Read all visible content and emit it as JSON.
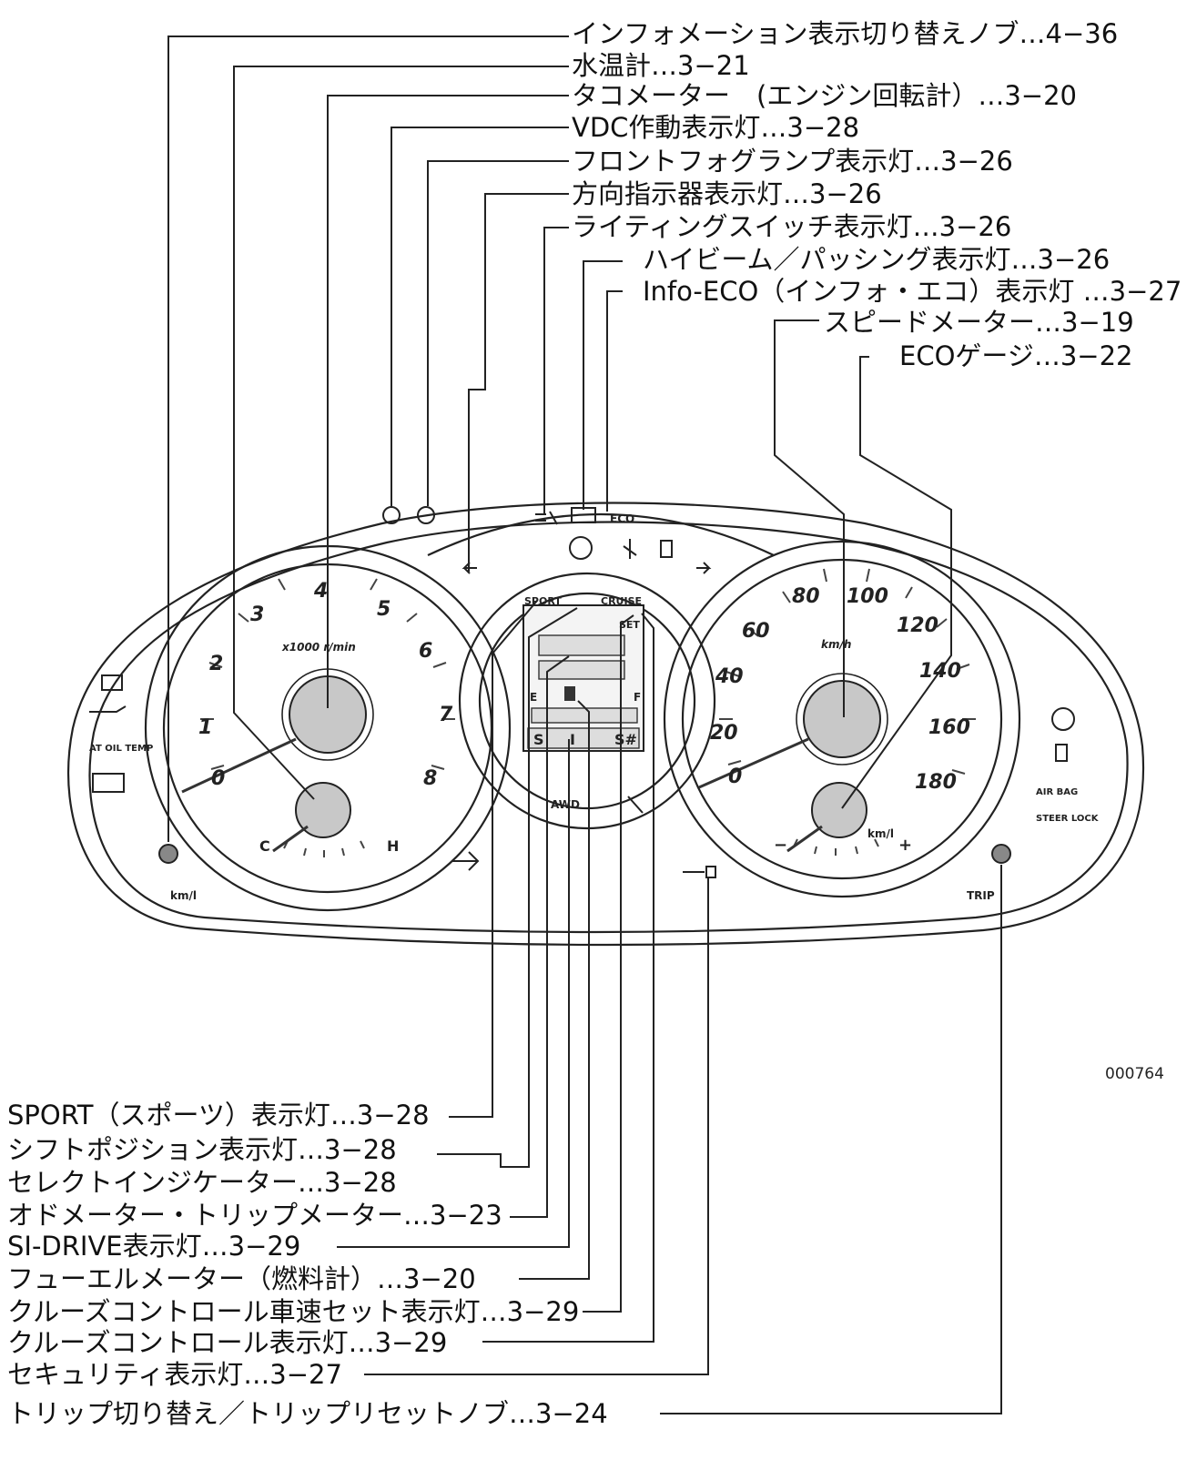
{
  "figure_code": "000764",
  "top_callouts": [
    {
      "text": "インフォメーション表示切り替えノブ…4−36"
    },
    {
      "text": "水温計…3−21"
    },
    {
      "text": "タコメーター　(エンジン回転計）…3−20"
    },
    {
      "text": "VDC作動表示灯…3−28"
    },
    {
      "text": "フロントフォグランプ表示灯…3−26"
    },
    {
      "text": "方向指示器表示灯…3−26"
    },
    {
      "text": "ライティングスイッチ表示灯…3−26"
    },
    {
      "text": "ハイビーム／パッシング表示灯…3−26"
    },
    {
      "text": "Info-ECO（インフォ・エコ）表示灯 …3−27"
    },
    {
      "text": "スピードメーター…3−19"
    },
    {
      "text": "ECOゲージ…3−22"
    }
  ],
  "bottom_callouts": [
    {
      "text": "SPORT（スポーツ）表示灯…3−28"
    },
    {
      "text": "シフトポジション表示灯…3−28"
    },
    {
      "text": "セレクトインジケーター…3−28"
    },
    {
      "text": "オドメーター・トリップメーター…3−23"
    },
    {
      "text": "SI-DRIVE表示灯…3−29"
    },
    {
      "text": "フューエルメーター（燃料計）…3−20"
    },
    {
      "text": "クルーズコントロール車速セット表示灯…3−29"
    },
    {
      "text": "クルーズコントロール表示灯…3−29"
    },
    {
      "text": "セキュリティ表示灯…3−27"
    },
    {
      "text": "トリップ切り替え／トリップリセットノブ…3−24"
    }
  ],
  "cluster": {
    "tacho_ticks": [
      "0",
      "1",
      "2",
      "3",
      "4",
      "5",
      "6",
      "7",
      "8"
    ],
    "tacho_unit": "x1000 r/min",
    "temp_c": "C",
    "temp_h": "H",
    "speed_ticks": [
      "0",
      "20",
      "40",
      "60",
      "80",
      "100",
      "120",
      "140",
      "160",
      "180"
    ],
    "speed_unit": "km/h",
    "eco_unit": "km/l",
    "eco_minus": "−",
    "eco_plus": "+",
    "left_knob_label": "km/l",
    "right_knob_label": "TRIP",
    "at_oil_temp": "AT OIL TEMP",
    "airbag": "AIR BAG",
    "steer_lock": "STEER LOCK",
    "eco_lamp": "ECO",
    "awd": "AWD",
    "lcd_sport": "SPORT",
    "lcd_cruise": "CRUISE",
    "lcd_set": "SET",
    "lcd_e": "E",
    "lcd_f": "F",
    "lcd_s": "S",
    "lcd_i": "I",
    "lcd_sharp": "S#"
  }
}
